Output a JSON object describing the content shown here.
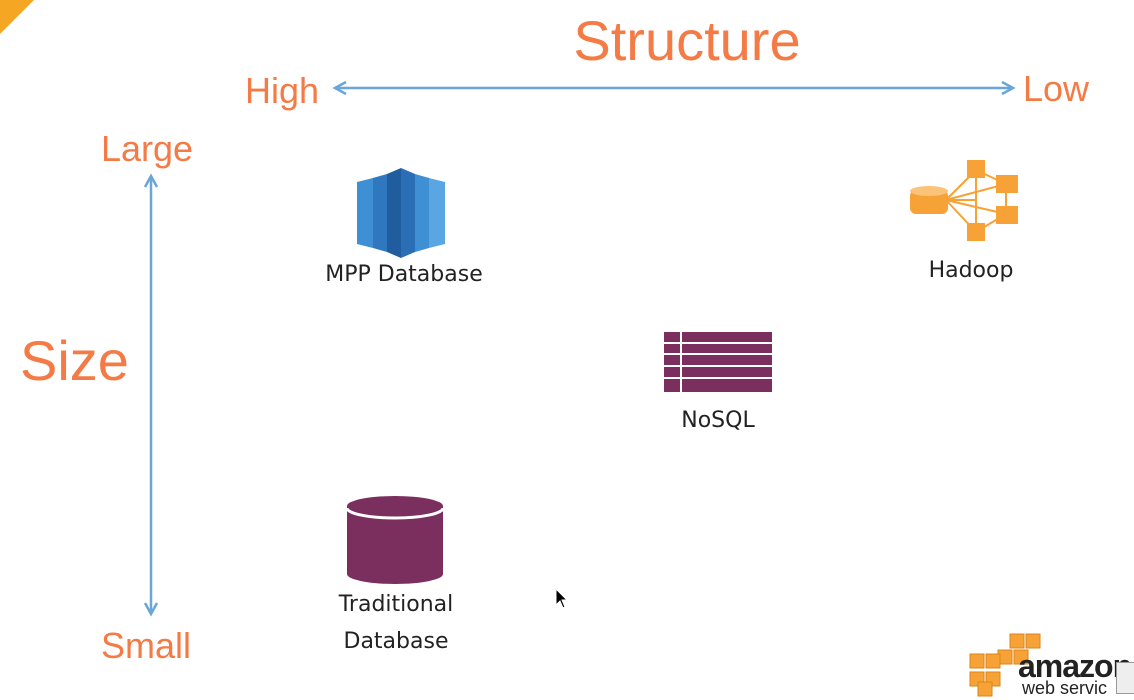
{
  "slide": {
    "title": "Structure",
    "x_axis": {
      "left_label": "High",
      "right_label": "Low"
    },
    "y_axis": {
      "title": "Size",
      "top_label": "Large",
      "bottom_label": "Small"
    }
  },
  "items": {
    "mpp": {
      "label": "MPP Database",
      "icon": "columnar-database-icon"
    },
    "hadoop": {
      "label": "Hadoop",
      "icon": "hadoop-network-icon"
    },
    "nosql": {
      "label": "NoSQL",
      "icon": "table-rows-icon"
    },
    "traditional": {
      "line1": "Traditional",
      "line2": "Database",
      "icon": "cylinder-database-icon"
    }
  },
  "logo": {
    "brand": "amazon",
    "sub": "web servic"
  },
  "colors": {
    "accent": "#f47b45",
    "axis": "#6aa6d8",
    "mpp_blue": "#2a6fb5",
    "hadoop_orange": "#f7a237",
    "nosql_purple": "#7a2f5f"
  }
}
